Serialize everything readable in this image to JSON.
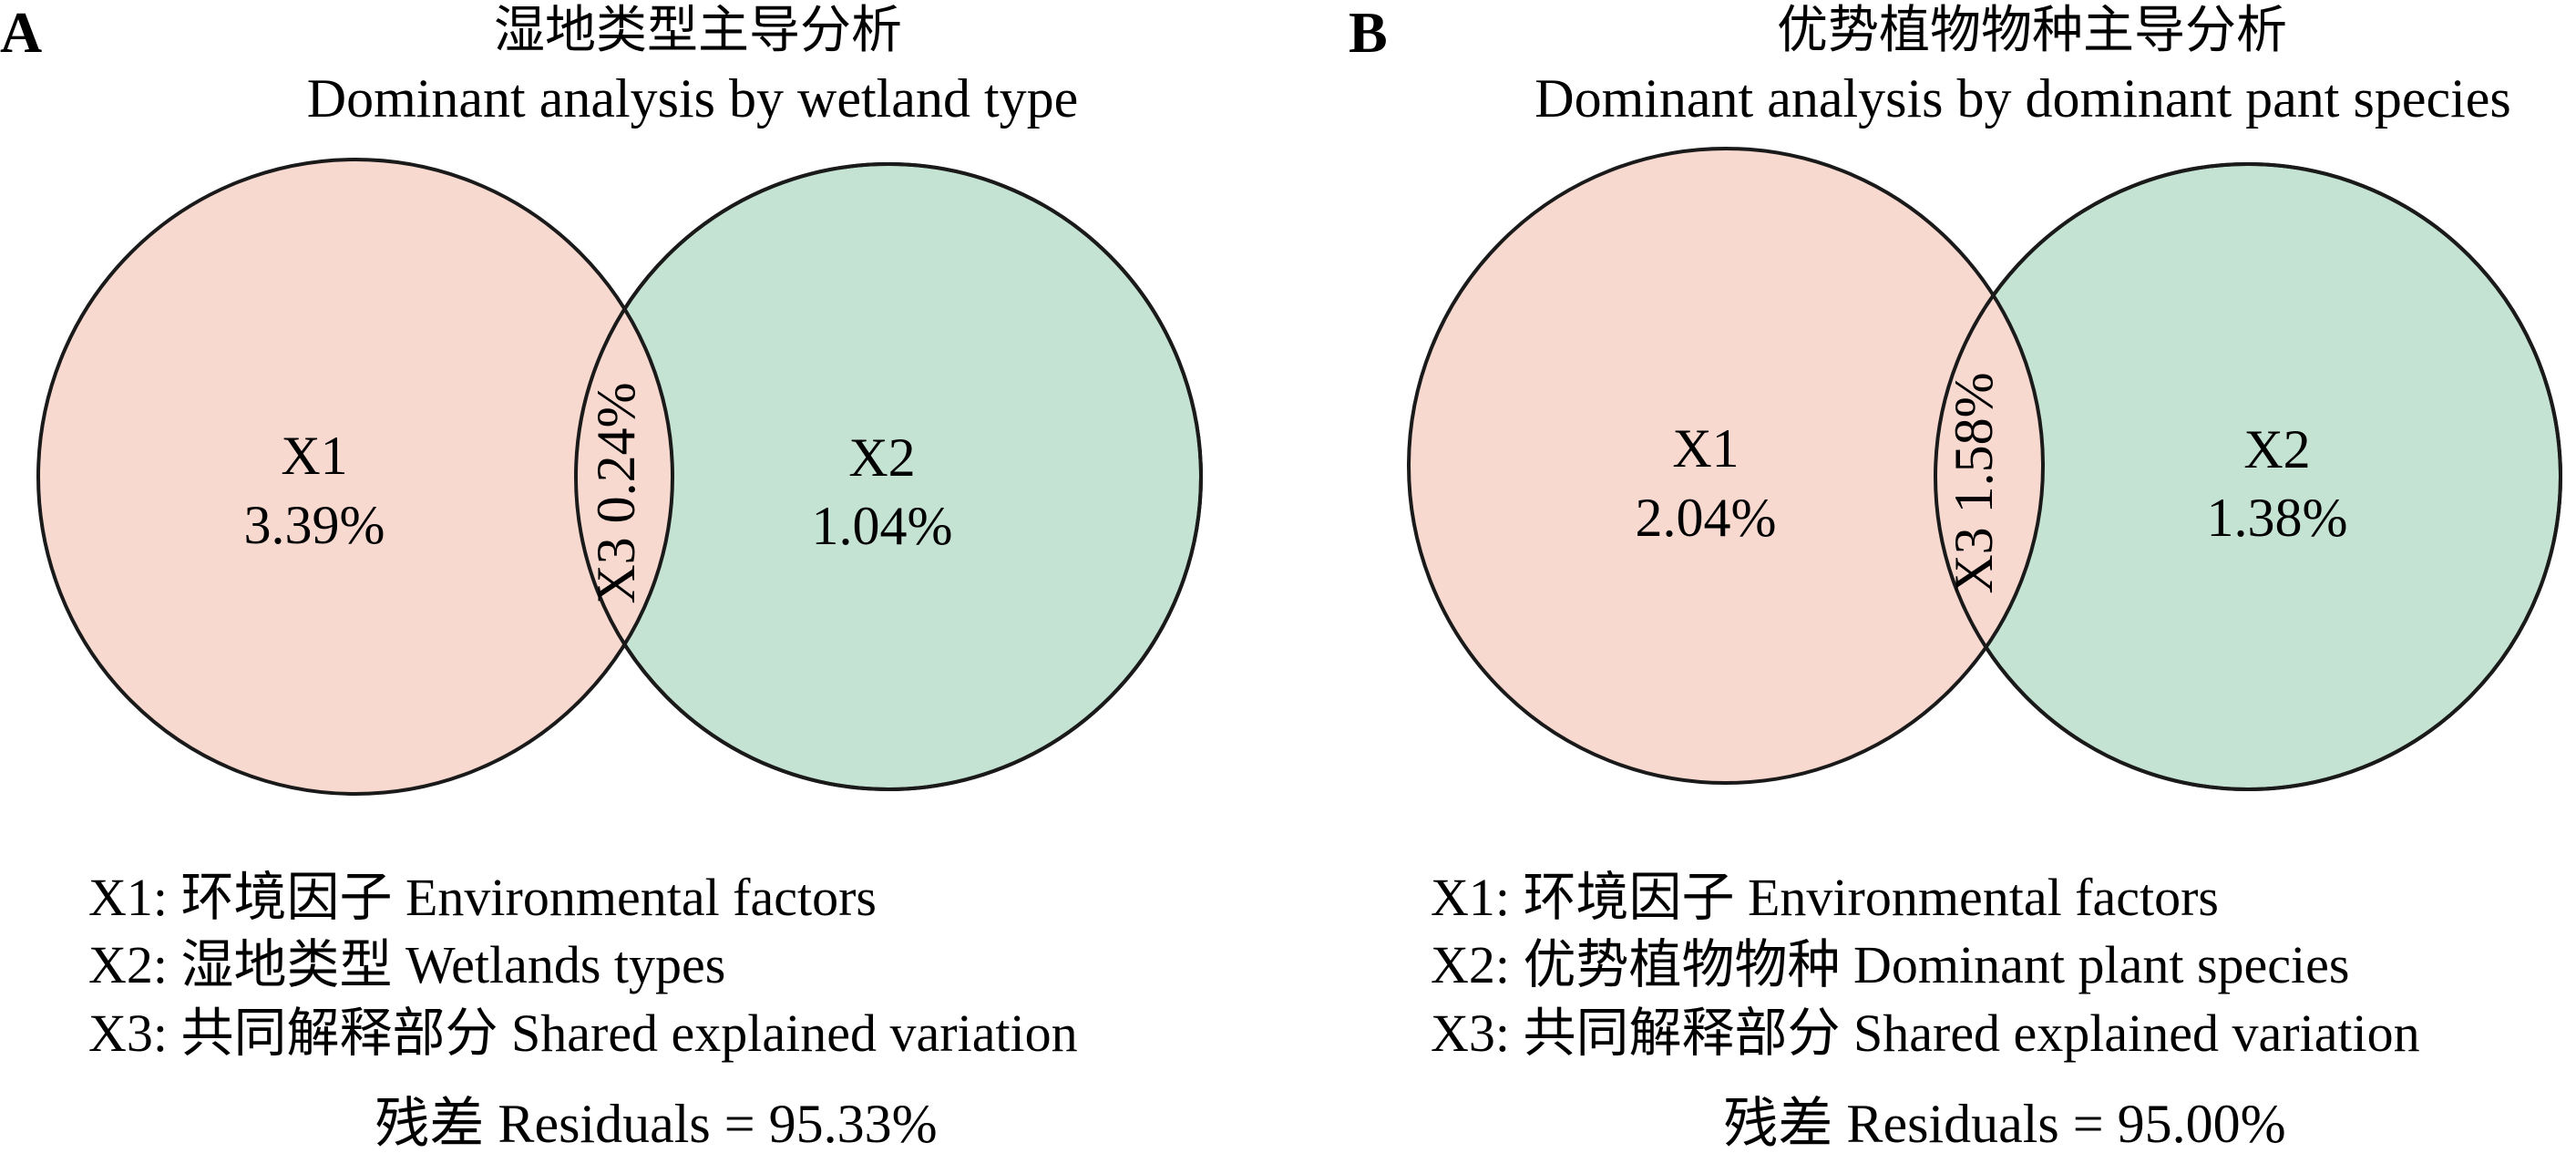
{
  "colors": {
    "x1_fill": "#f8d9d0",
    "x2_fill": "#c5e3d3",
    "outline": "#1a1a1a"
  },
  "panels": [
    {
      "letter": "A",
      "title_cn": "湿地类型主导分析",
      "title_en": "Dominant analysis by wetland type",
      "x1": {
        "name": "X1",
        "value": "3.39%"
      },
      "x2": {
        "name": "X2",
        "value": "1.04%"
      },
      "x3": {
        "label": "X3 0.24%"
      },
      "legend": [
        "X1: 环境因子 Environmental factors",
        "X2: 湿地类型 Wetlands types",
        "X3: 共同解释部分 Shared explained variation"
      ],
      "residuals": "残差 Residuals = 95.33%"
    },
    {
      "letter": "B",
      "title_cn": "优势植物物种主导分析",
      "title_en": "Dominant analysis by dominant pant species",
      "x1": {
        "name": "X1",
        "value": "2.04%"
      },
      "x2": {
        "name": "X2",
        "value": "1.38%"
      },
      "x3": {
        "label": "X3 1.58%"
      },
      "legend": [
        "X1: 环境因子 Environmental factors",
        "X2: 优势植物物种 Dominant plant species",
        "X3: 共同解释部分 Shared explained variation"
      ],
      "residuals": "残差 Residuals = 95.00%"
    }
  ]
}
